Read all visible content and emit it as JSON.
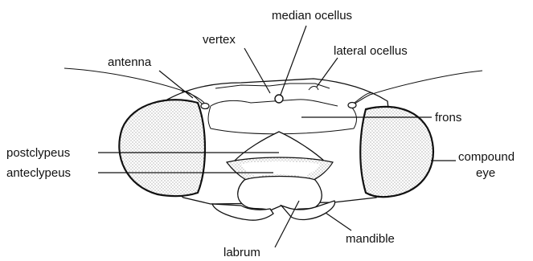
{
  "labels": {
    "median_ocellus": "median ocellus",
    "vertex": "vertex",
    "lateral_ocellus": "lateral ocellus",
    "antenna": "antenna",
    "frons": "frons",
    "postclypeus": "postclypeus",
    "compound_eye_line1": "compound",
    "compound_eye_line2": "eye",
    "anteclypeus": "anteclypeus",
    "mandible": "mandible",
    "labrum": "labrum"
  }
}
